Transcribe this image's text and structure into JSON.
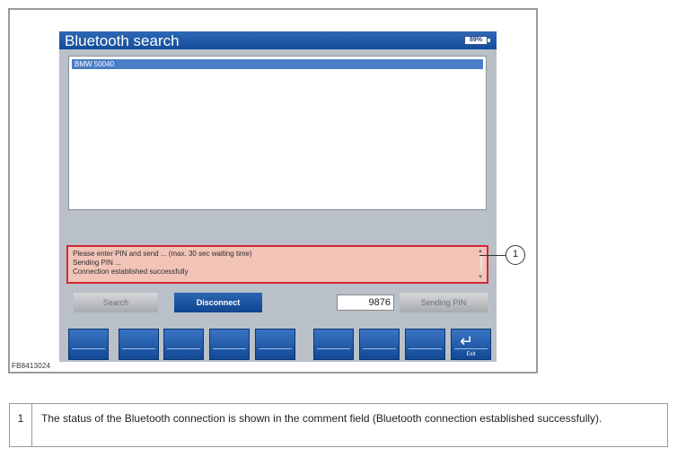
{
  "figure_id": "FB8413024",
  "screen": {
    "title": "Bluetooth search",
    "battery": "89%",
    "device_list": [
      "BMW 50040"
    ],
    "status_messages": [
      "Please enter PIN and send ... (max. 30 sec waiting time)",
      "Sending PIN ...",
      "Connection established successfully"
    ],
    "buttons": {
      "search": "Search",
      "disconnect": "Disconnect",
      "sending_pin": "Sending PIN"
    },
    "pin_value": "9876",
    "exit_label": "Exit"
  },
  "callout": {
    "number": "1"
  },
  "legend": {
    "number": "1",
    "text": "The status of the Bluetooth connection is shown in the comment field (Bluetooth connection established successfully)."
  },
  "colors": {
    "title_blue": "#134c9a",
    "status_border": "#d02a35",
    "status_bg": "#f2c4b8"
  }
}
